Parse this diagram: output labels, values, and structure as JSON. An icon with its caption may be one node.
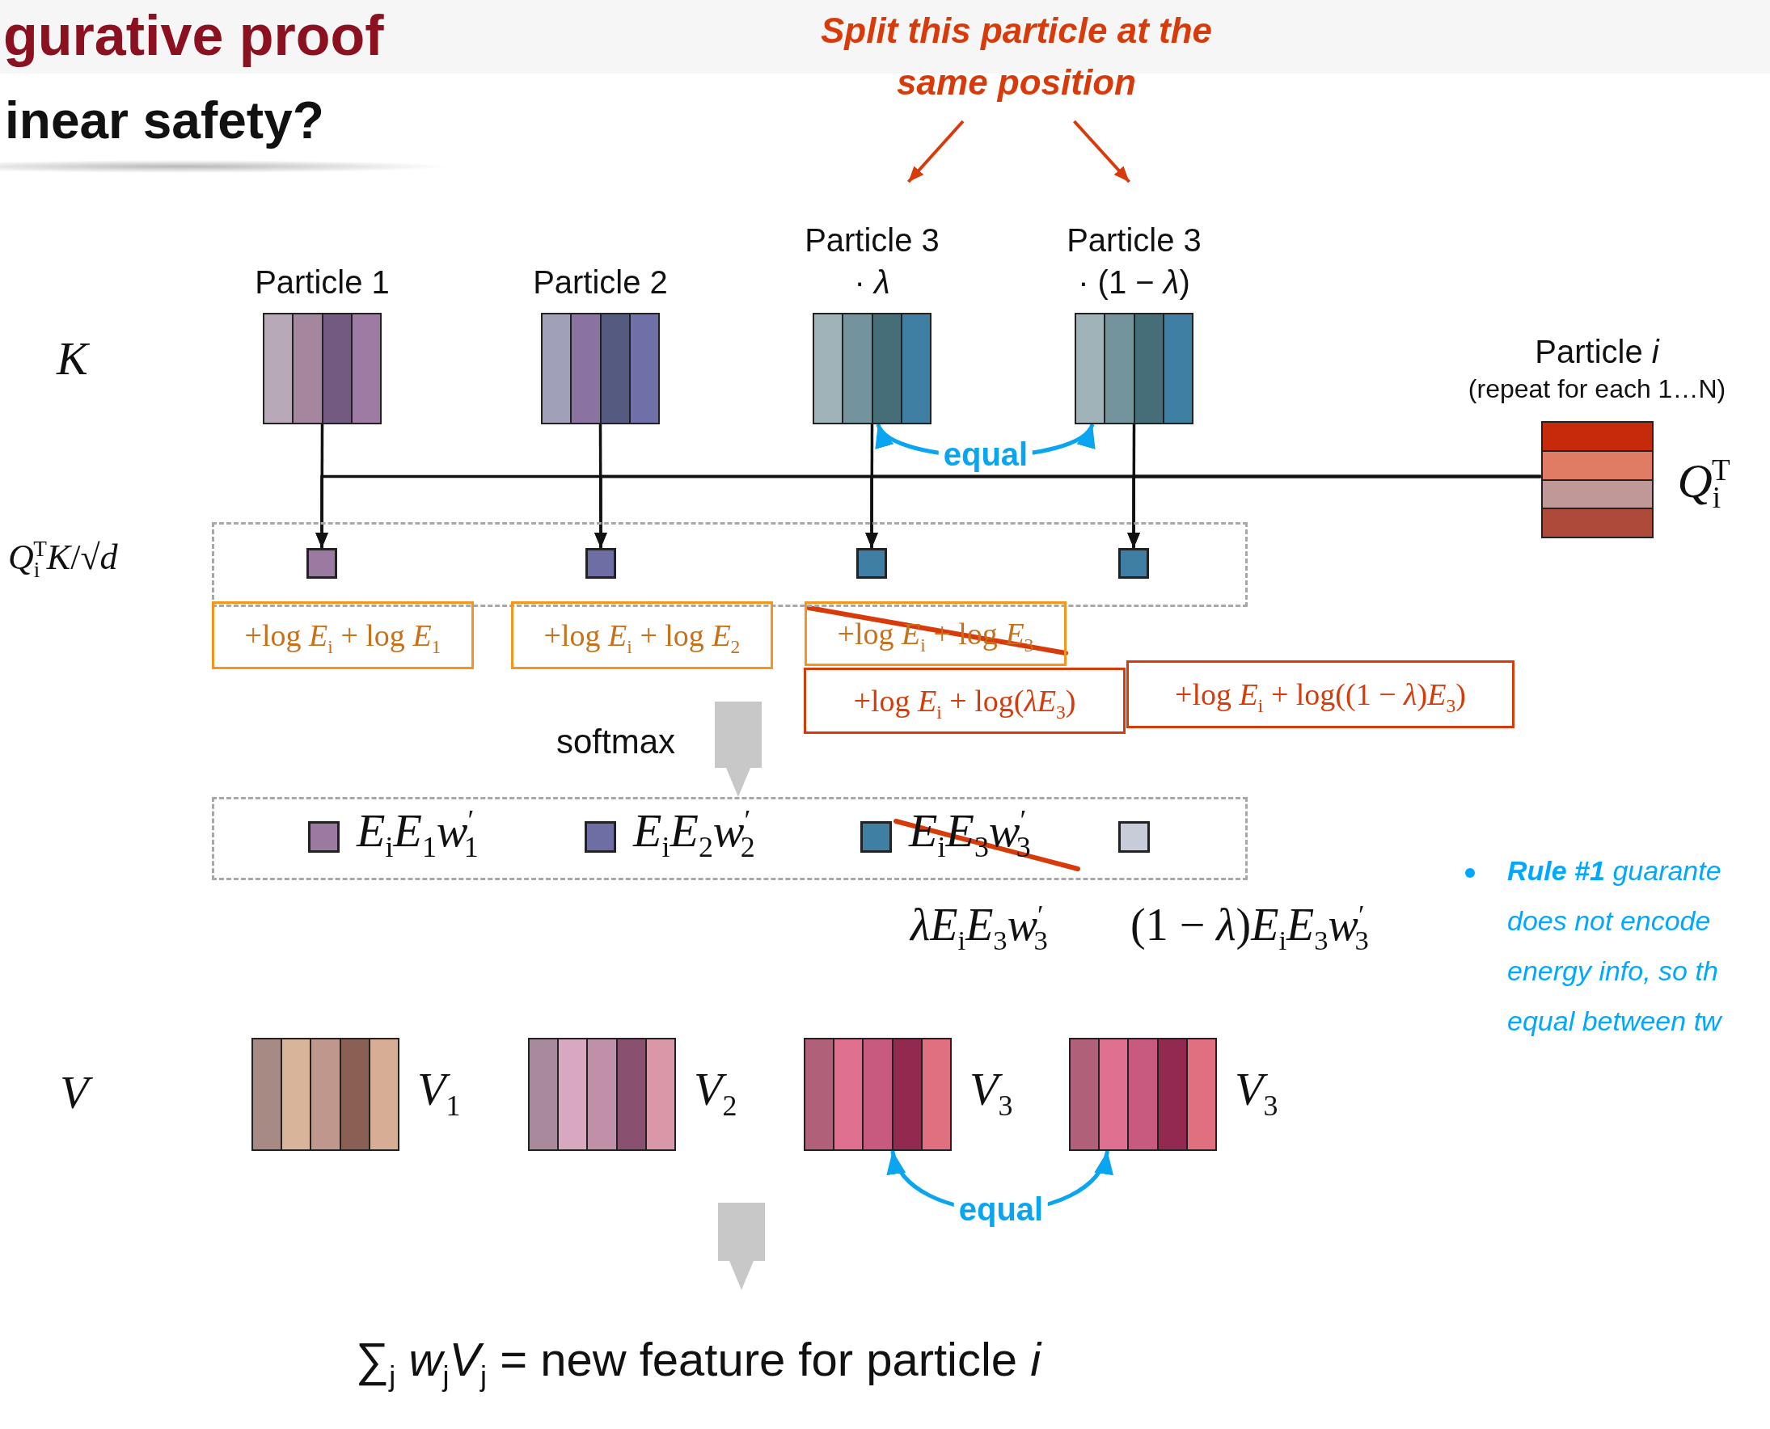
{
  "diagram": {
    "title": "gurative proof",
    "nodes": [
      {
        "text": [
          "Split this particle at the same position"
        ]
      },
      {
        "text": [
          "Particle 1"
        ]
      },
      {
        "text": [
          "Particle 2"
        ]
      },
      {
        "text": [
          "Particle 3 · *λ*"
        ]
      },
      {
        "text": [
          "Particle 3 · (1 − *λ*)"
        ]
      },
      {
        "text": [
          "Particle *i*",
          "(repeat for each 1…N)"
        ],
        "beside": [
          "*Q*$_{i}$$^{T}$"
        ]
      },
      {
        "text": [
          "*Q*$_{i}$$^{T}$*K*/√*d*"
        ]
      },
      {
        "text": [],
        "shape": "box",
        "in": 6
      },
      {
        "text": [],
        "shape": "box",
        "in": 6
      },
      {
        "text": [],
        "shape": "box",
        "in": 6
      },
      {
        "text": [],
        "shape": "box",
        "in": 6
      },
      {
        "text": [
          "+log *E*$_{i}$ + log *E*$_{1}$"
        ]
      },
      {
        "text": [
          "+log *E*$_{i}$ + log *E*$_{2}$"
        ]
      },
      {
        "text": [
          "+log *E*$_{i}$ + log *E*$_{3}$"
        ]
      },
      {
        "text": [
          "+log *E*$_{i}$ + log(*λE*$_{3}$)"
        ]
      },
      {
        "text": [
          "+log *E*$_{i}$ + log((1 − *λ*)*E*$_{3}$)"
        ]
      },
      {
        "text": [],
        "shape": "box"
      },
      {
        "text": [],
        "shape": "box",
        "in": 16,
        "beside": [
          "*E*$_{i}$*E*$_{1}$*w*$^{′}$$_{1}$"
        ]
      },
      {
        "text": [],
        "shape": "box",
        "in": 16,
        "beside": [
          "*E*$_{i}$*E*$_{2}$*w*$^{′}$$_{2}$"
        ]
      },
      {
        "text": [],
        "shape": "box",
        "in": 16,
        "beside": [
          "*E*$_{i}$*E*$_{3}$*w*$^{′}$$_{3}$"
        ]
      },
      {
        "text": [],
        "shape": "box",
        "in": 16
      },
      {
        "text": [],
        "shape": "box",
        "beside": [
          "*V*$_{1}$"
        ]
      },
      {
        "text": [],
        "shape": "box",
        "beside": [
          "*V*$_{2}$"
        ]
      },
      {
        "text": [],
        "shape": "box",
        "beside": [
          "*V*$_{3}$"
        ]
      },
      {
        "text": [],
        "shape": "box",
        "beside": [
          "*V*$_{3}$"
        ]
      },
      {
        "text": [
          "∑$_{j}$ *w*$_{j}$*V*$_{j}$ = new feature for particle *i*"
        ]
      }
    ],
    "edges": [
      {
        "from": 0,
        "to": 3,
        "arrow": "to",
        "color": "#d83a0a"
      },
      {
        "from": 0,
        "to": 4,
        "arrow": "to",
        "color": "#d83a0a"
      },
      {
        "from": 1,
        "to": 7,
        "arrow": "to"
      },
      {
        "from": 2,
        "to": 8,
        "arrow": "to"
      },
      {
        "from": 3,
        "to": 9,
        "arrow": "to"
      },
      {
        "from": 4,
        "to": 10,
        "arrow": "to"
      },
      {
        "from": 5,
        "to": 7,
        "arrow": "to"
      },
      {
        "from": 5,
        "to": 8,
        "arrow": "to"
      },
      {
        "from": 5,
        "to": 9,
        "arrow": "to"
      },
      {
        "from": 5,
        "to": 10,
        "arrow": "to"
      },
      {
        "from": 3,
        "to": 4,
        "arrow": "both",
        "label": "equal",
        "color": "#0aa5f0"
      },
      {
        "from": null,
        "to": 16,
        "arrow": "to",
        "label": "softmax",
        "style": "thick",
        "color": "#c8c8c8"
      },
      {
        "from": 23,
        "to": 24,
        "arrow": "both",
        "label": "equal",
        "color": "#0aa5f0"
      },
      {
        "from": null,
        "to": 25,
        "arrow": "to",
        "style": "thick",
        "color": "#c8c8c8"
      }
    ],
    "labels": [
      "inear safety?",
      "K",
      "V",
      "*λE*$_{i}$*E*$_{3}$*w*$^{′}$$_{3}$",
      "(1 − *λ*)*E*$_{i}$*E*$_{3}$*w*$^{′}$$_{3}$",
      "**Rule #1** guarante does not encode energy info, so th equal between tw"
    ]
  }
}
